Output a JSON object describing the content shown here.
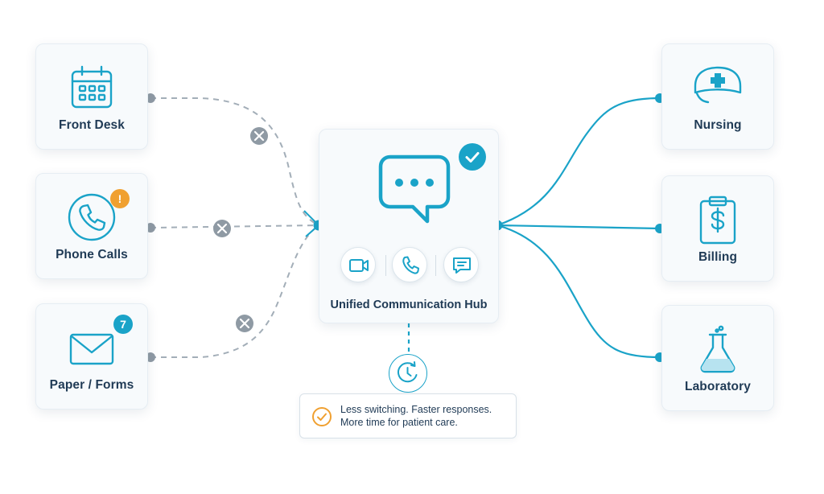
{
  "sources": [
    {
      "label": "Front Desk",
      "icon": "calendar-icon",
      "status": "blocked"
    },
    {
      "label": "Phone Calls",
      "icon": "phone-icon",
      "status": "blocked",
      "badge": "!",
      "badge_icon": "warning-icon"
    },
    {
      "label": "Paper / Forms",
      "icon": "envelope-icon",
      "status": "blocked",
      "badge": "7"
    }
  ],
  "hub": {
    "title": "Unified Communication Hub",
    "icon": "chat-bubble-icon",
    "status_icon": "check-icon",
    "channels": [
      "video-icon",
      "phone-icon",
      "message-icon"
    ]
  },
  "destinations": [
    {
      "label": "Nursing",
      "icon": "nurse-cap-icon"
    },
    {
      "label": "Billing",
      "icon": "clipboard-dollar-icon"
    },
    {
      "label": "Laboratory",
      "icon": "flask-icon"
    }
  ],
  "outcome": {
    "icon": "clock-icon",
    "check_icon": "check-circle-icon",
    "lines": [
      "Less switching. Faster responses.",
      "More time for patient care."
    ]
  },
  "colors": {
    "accent": "#1aa3c8",
    "text": "#1f3a55",
    "dashed_line": "#a3aeb8",
    "blocked_marker": "#8f9aa4",
    "warning": "#f0a030",
    "check_outline": "#f0a030"
  }
}
